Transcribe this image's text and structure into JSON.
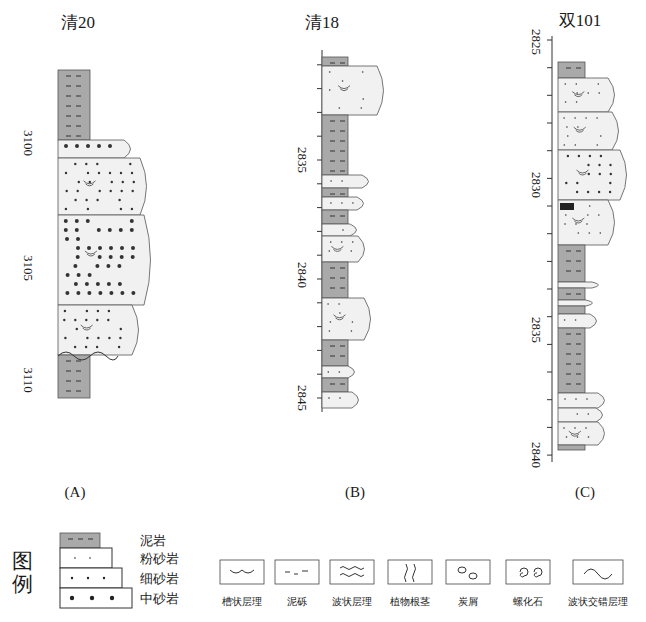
{
  "diagram": {
    "labels": [
      "清20",
      "清18",
      "双101",
      "3100",
      "3105",
      "3110",
      "2835",
      "2840",
      "2845",
      "2825",
      "2830",
      "2835",
      "2840",
      "(A)",
      "(B)",
      "(C)",
      "图例"
    ],
    "legend": [
      {
        "text": "泥岩"
      },
      {
        "text": "粉砂岩"
      },
      {
        "text": "细砂岩"
      },
      {
        "text": "中砂岩"
      },
      {
        "text": "槽状层理"
      },
      {
        "text": "泥砾"
      },
      {
        "text": "波状层理"
      },
      {
        "text": "植物根茎"
      },
      {
        "text": "炭屑"
      },
      {
        "text": "螺化石"
      },
      {
        "text": "波状交错层理"
      }
    ]
  }
}
